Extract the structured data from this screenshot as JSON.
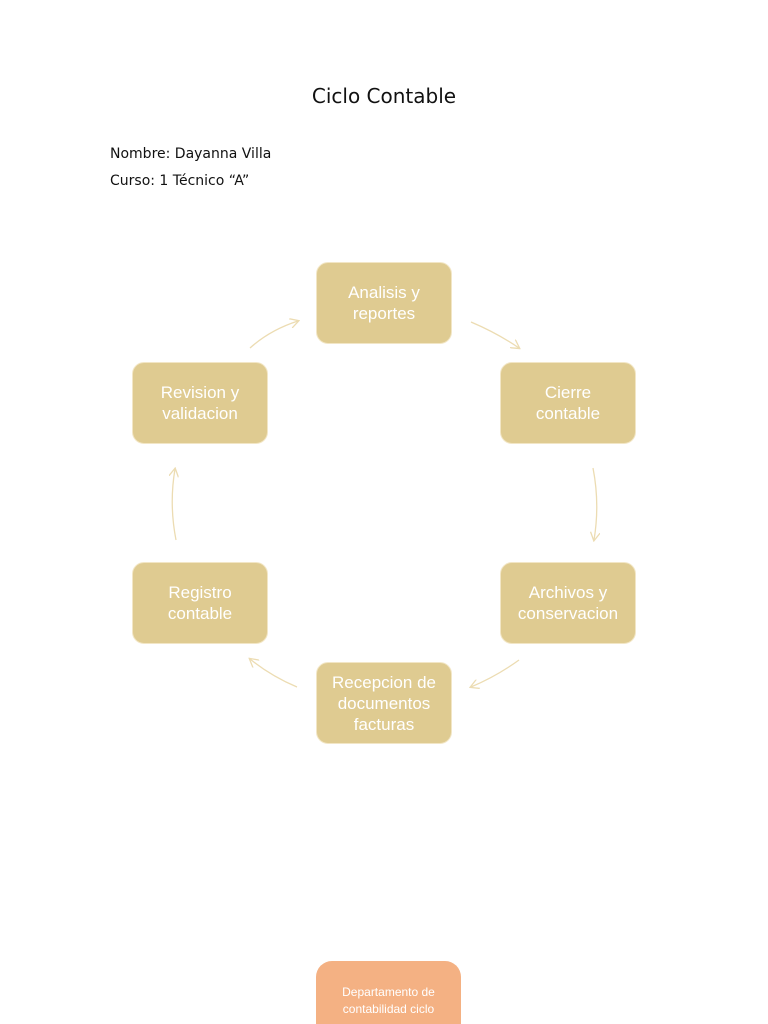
{
  "document": {
    "title": "Ciclo Contable",
    "nombre": "Nombre: Dayanna Villa",
    "curso": "Curso: 1 Técnico “A”"
  },
  "cycle": {
    "nodes": [
      {
        "id": "analisis",
        "label": "Analisis y\nreportes"
      },
      {
        "id": "cierre",
        "label": "Cierre\ncontable"
      },
      {
        "id": "archivos",
        "label": "Archivos y\nconservacion"
      },
      {
        "id": "recepcion",
        "label": "Recepcion de\ndocumentos\nfacturas"
      },
      {
        "id": "registro",
        "label": "Registro\ncontable"
      },
      {
        "id": "revision",
        "label": "Revision y\nvalidacion"
      }
    ],
    "colors": {
      "node": "#dfcb91",
      "arrow": "#ecdcb2",
      "footer": "#f4b183"
    }
  },
  "footer_box": {
    "text": "Departamento de\ncontabilidad ciclo"
  }
}
